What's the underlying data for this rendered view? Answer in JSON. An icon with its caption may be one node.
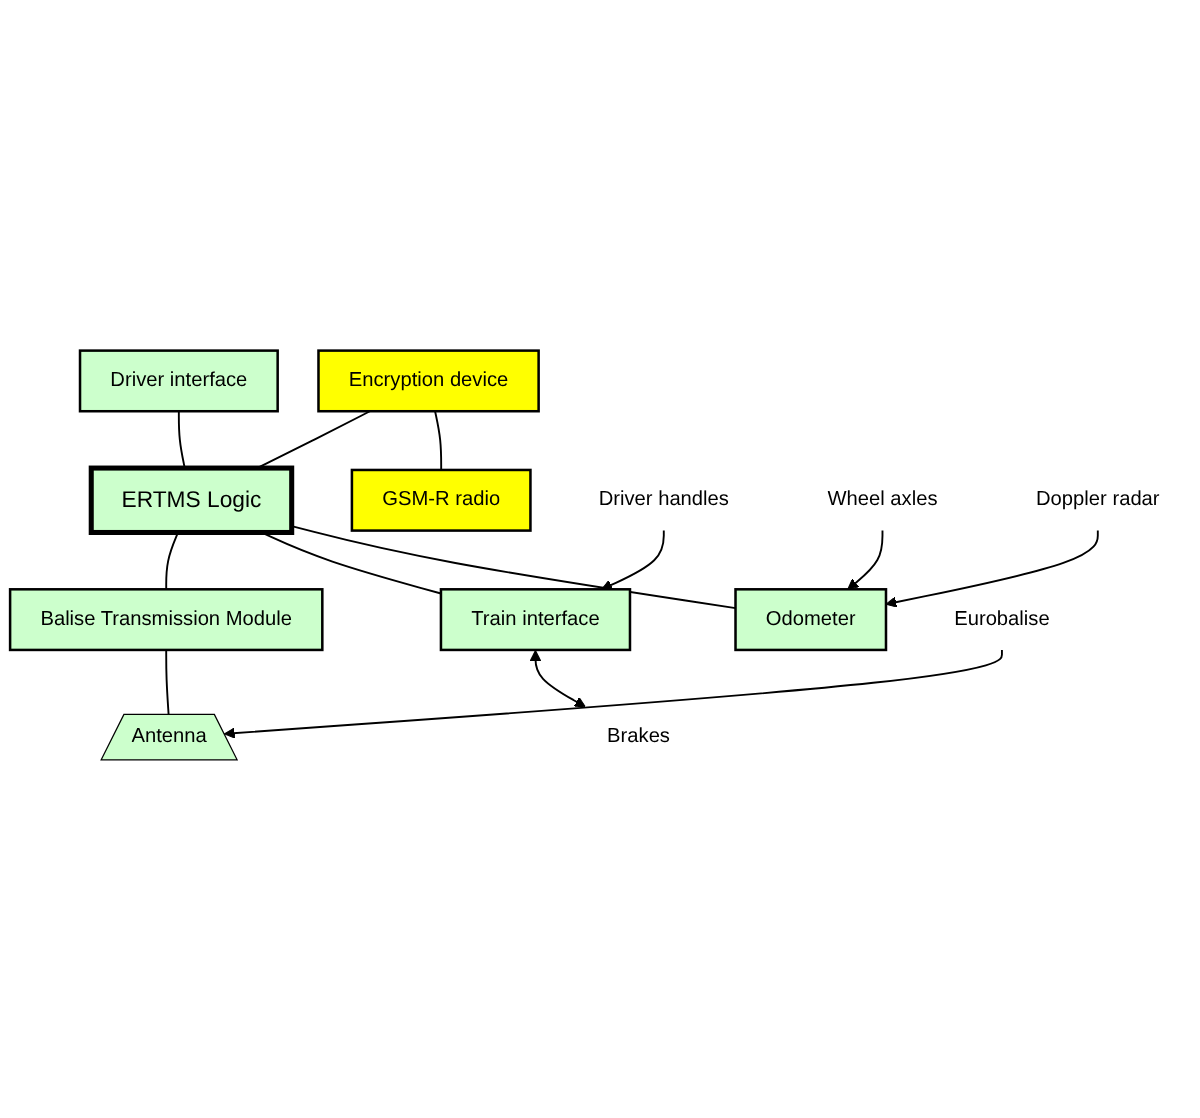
{
  "diagram": {
    "nodes": [
      {
        "text": [
          "Driver interface"
        ]
      },
      {
        "text": [
          "Encryption device"
        ]
      },
      {
        "text": [
          "GSM-R radio"
        ]
      },
      {
        "text": [
          "ERTMS Logic"
        ]
      },
      {
        "text": [
          "Balise Transmission Module"
        ]
      },
      {
        "text": [
          "Train interface"
        ]
      },
      {
        "text": [
          "Odometer"
        ]
      },
      {
        "text": [
          "Antenna"
        ]
      },
      {
        "text": [
          "Brakes"
        ]
      },
      {
        "text": [
          "Driver handles"
        ]
      },
      {
        "text": [
          "Wheel axles"
        ]
      },
      {
        "text": [
          "Doppler radar"
        ]
      },
      {
        "text": [
          "Eurobalise"
        ]
      }
    ],
    "edges": [
      {
        "from": 0,
        "to": 3,
        "arrow": "none"
      },
      {
        "from": 1,
        "to": 3,
        "arrow": "none"
      },
      {
        "from": 1,
        "to": 2,
        "arrow": "none"
      },
      {
        "from": 3,
        "to": 4,
        "arrow": "none"
      },
      {
        "from": 3,
        "to": 5,
        "arrow": "none"
      },
      {
        "from": 3,
        "to": 6,
        "arrow": "none"
      },
      {
        "from": 4,
        "to": 7,
        "arrow": "none"
      },
      {
        "from": 12,
        "to": 7,
        "arrow": "to"
      },
      {
        "from": 5,
        "to": 8,
        "arrow": "both"
      },
      {
        "from": 9,
        "to": 5,
        "arrow": "to"
      },
      {
        "from": 10,
        "to": 6,
        "arrow": "to"
      },
      {
        "from": 11,
        "to": 6,
        "arrow": "to"
      }
    ]
  }
}
